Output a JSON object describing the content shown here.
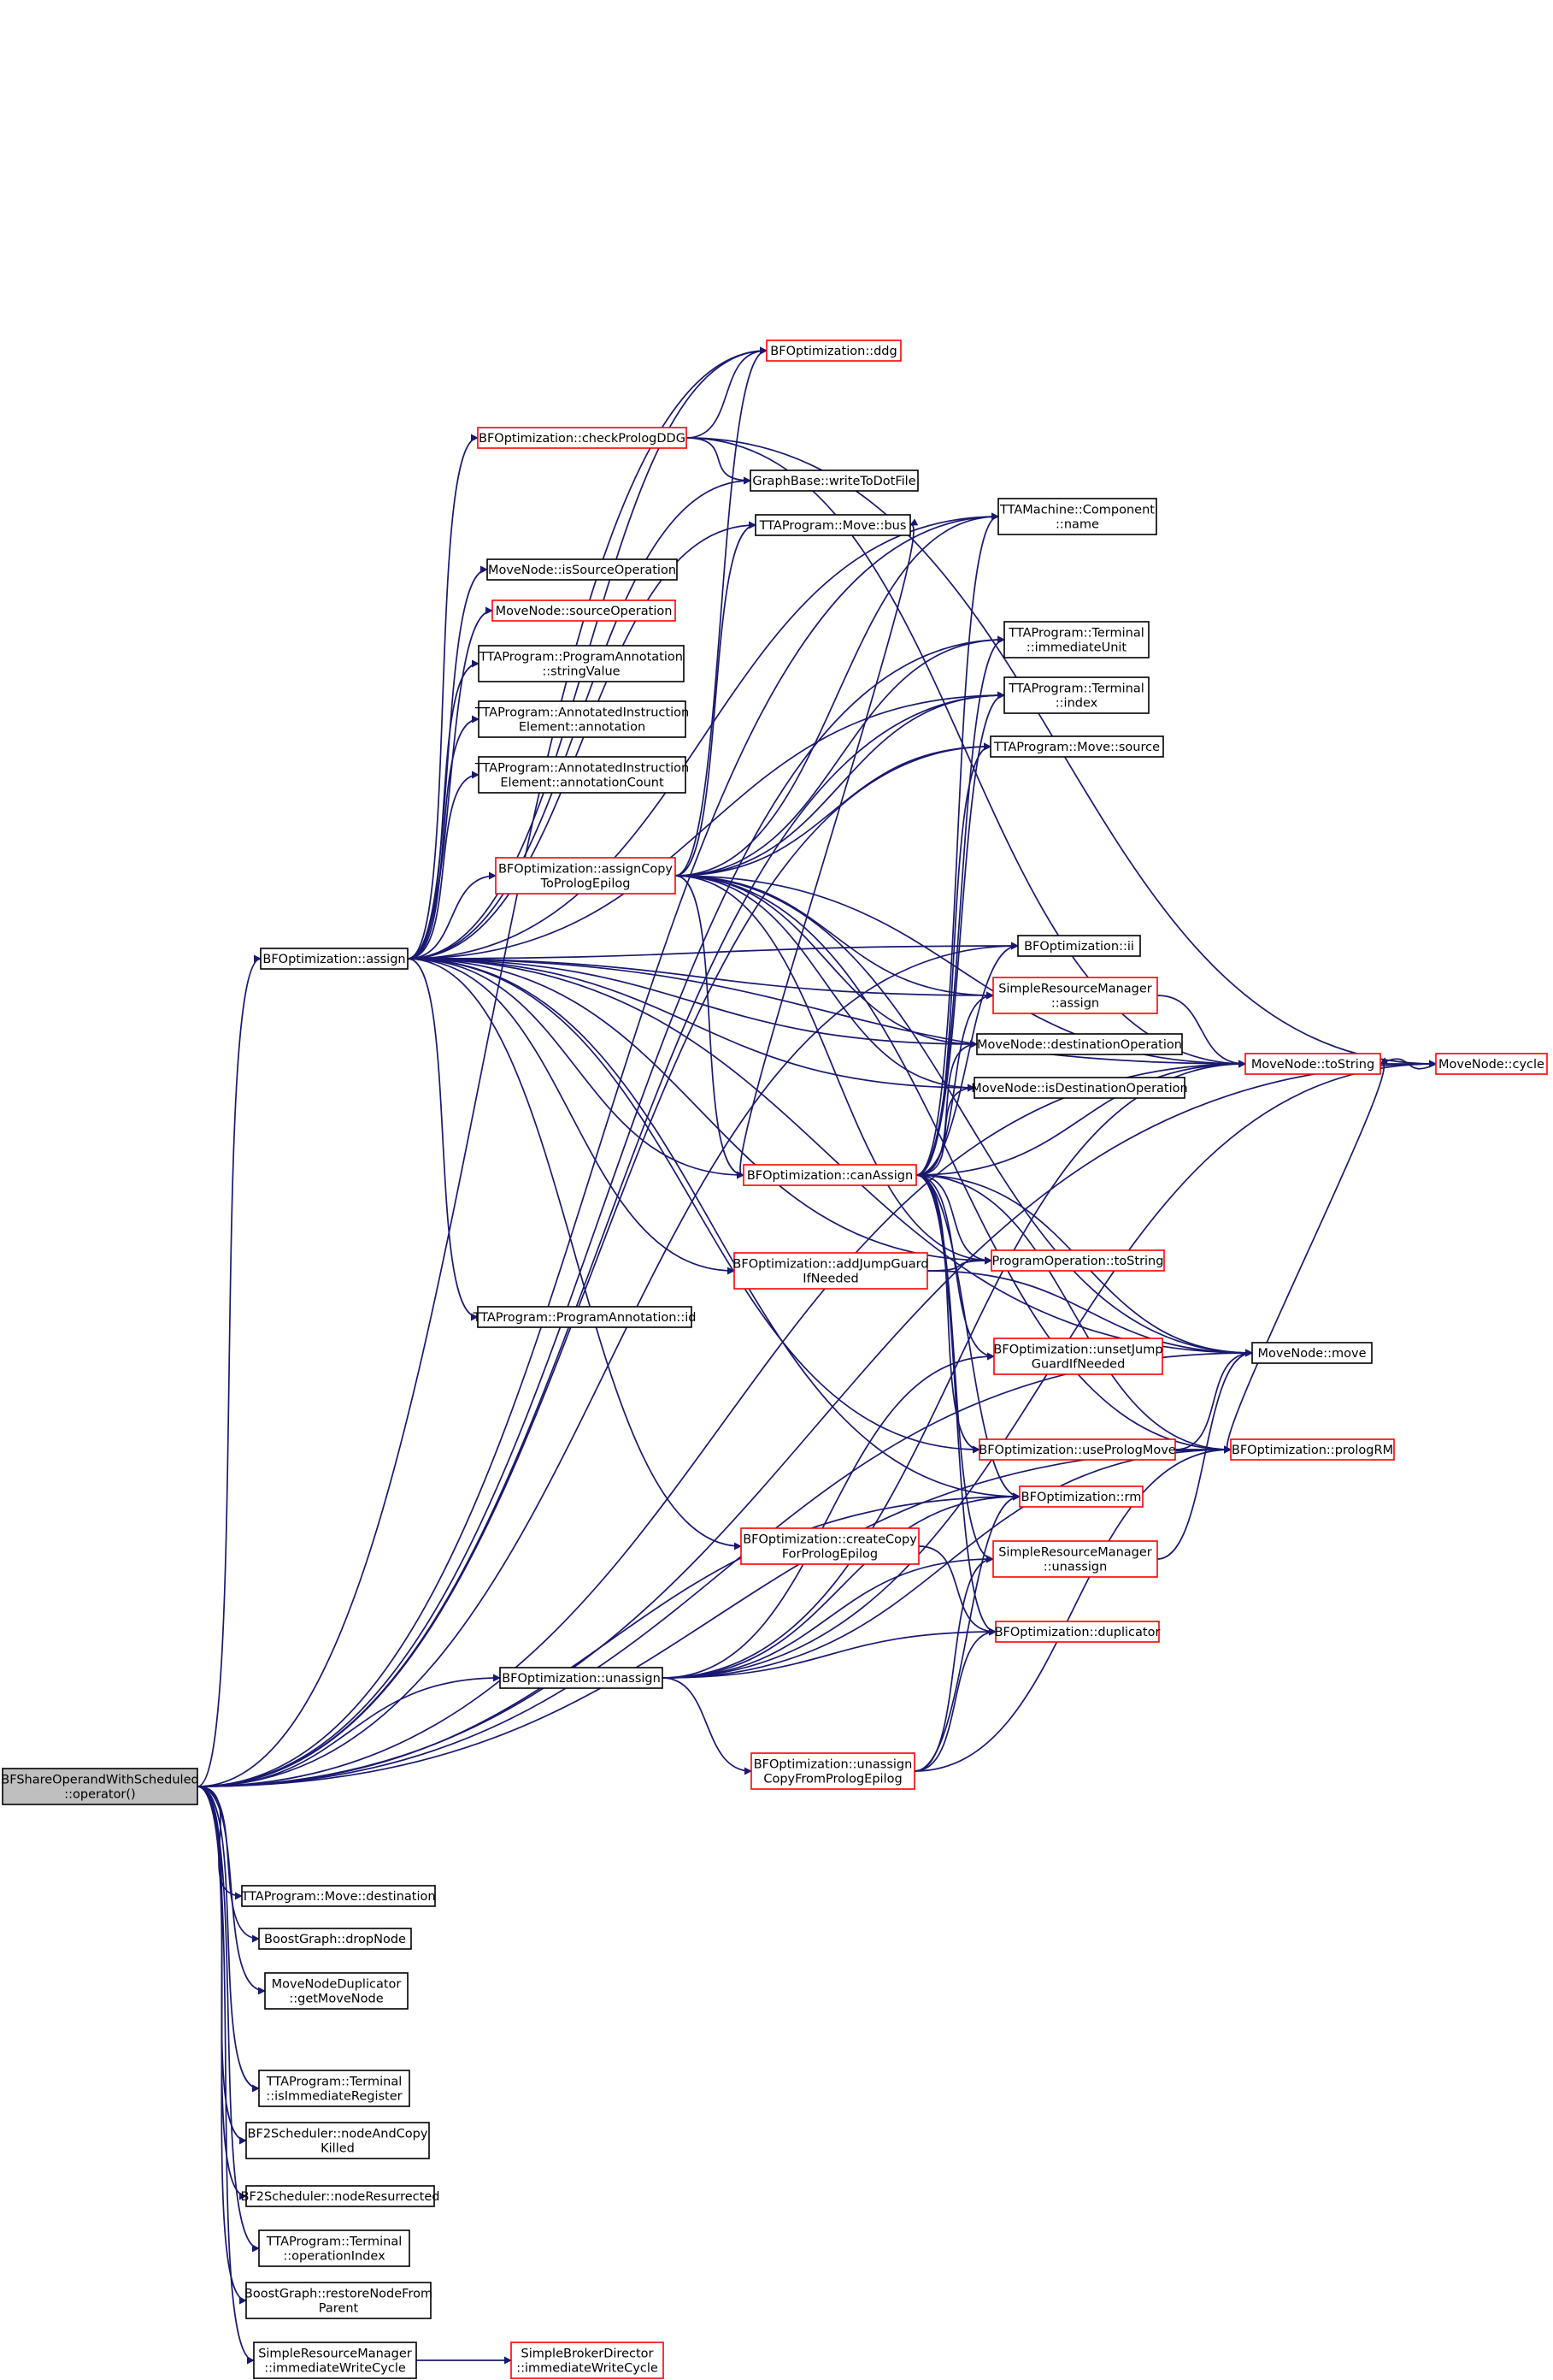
{
  "diagram": {
    "type": "call-graph",
    "edge_color": "#191970",
    "node_border_black": "#000000",
    "node_border_red": "#ff0000",
    "root_fill": "#bfbfbf",
    "nodes": {
      "root": {
        "lines": [
          "BFShareOperandWithScheduled",
          "::operator()"
        ],
        "style": "root"
      },
      "bfopt_assign": {
        "lines": [
          "BFOptimization::assign"
        ],
        "style": "black"
      },
      "bfopt_unassign": {
        "lines": [
          "BFOptimization::unassign"
        ],
        "style": "black"
      },
      "move_destination": {
        "lines": [
          "TTAProgram::Move::destination"
        ],
        "style": "black"
      },
      "boost_dropnode": {
        "lines": [
          "BoostGraph::dropNode"
        ],
        "style": "black"
      },
      "mnd_getmovenode": {
        "lines": [
          "MoveNodeDuplicator",
          "::getMoveNode"
        ],
        "style": "black"
      },
      "term_isimmreg": {
        "lines": [
          "TTAProgram::Terminal",
          "::isImmediateRegister"
        ],
        "style": "black"
      },
      "bf2_nodeandcopy": {
        "lines": [
          "BF2Scheduler::nodeAndCopy",
          "Killed"
        ],
        "style": "black"
      },
      "bf2_noderesurrected": {
        "lines": [
          "BF2Scheduler::nodeResurrected"
        ],
        "style": "black"
      },
      "term_opindex": {
        "lines": [
          "TTAProgram::Terminal",
          "::operationIndex"
        ],
        "style": "black"
      },
      "boost_restore": {
        "lines": [
          "BoostGraph::restoreNodeFrom",
          "Parent"
        ],
        "style": "black"
      },
      "srm_immwritecycle": {
        "lines": [
          "SimpleResourceManager",
          "::immediateWriteCycle"
        ],
        "style": "black"
      },
      "sbd_immwritecycle": {
        "lines": [
          "SimpleBrokerDirector",
          "::immediateWriteCycle"
        ],
        "style": "red"
      },
      "bfopt_ddg": {
        "lines": [
          "BFOptimization::ddg"
        ],
        "style": "red"
      },
      "bfopt_checkprolog": {
        "lines": [
          "BFOptimization::checkPrologDDG"
        ],
        "style": "red"
      },
      "graph_writedot": {
        "lines": [
          "GraphBase::writeToDotFile"
        ],
        "style": "black"
      },
      "move_bus": {
        "lines": [
          "TTAProgram::Move::bus"
        ],
        "style": "black"
      },
      "mn_issourceop": {
        "lines": [
          "MoveNode::isSourceOperation"
        ],
        "style": "black"
      },
      "mn_sourceop": {
        "lines": [
          "MoveNode::sourceOperation"
        ],
        "style": "red"
      },
      "pa_stringvalue": {
        "lines": [
          "TTAProgram::ProgramAnnotation",
          "::stringValue"
        ],
        "style": "black"
      },
      "aie_annotation": {
        "lines": [
          "TTAProgram::AnnotatedInstruction",
          "Element::annotation"
        ],
        "style": "black"
      },
      "aie_annotationcount": {
        "lines": [
          "TTAProgram::AnnotatedInstruction",
          "Element::annotationCount"
        ],
        "style": "black"
      },
      "bfopt_assigncopy": {
        "lines": [
          "BFOptimization::assignCopy",
          "ToPrologEpilog"
        ],
        "style": "red"
      },
      "pa_id": {
        "lines": [
          "TTAProgram::ProgramAnnotation::id"
        ],
        "style": "black"
      },
      "bfopt_addjump": {
        "lines": [
          "BFOptimization::addJumpGuard",
          "IfNeeded"
        ],
        "style": "red"
      },
      "bfopt_canassign": {
        "lines": [
          "BFOptimization::canAssign"
        ],
        "style": "red"
      },
      "bfopt_createcopy": {
        "lines": [
          "BFOptimization::createCopy",
          "ForPrologEpilog"
        ],
        "style": "red"
      },
      "bfopt_unassigncopy": {
        "lines": [
          "BFOptimization::unassign",
          "CopyFromPrologEpilog"
        ],
        "style": "red"
      },
      "comp_name": {
        "lines": [
          "TTAMachine::Component",
          "::name"
        ],
        "style": "black"
      },
      "term_immunit": {
        "lines": [
          "TTAProgram::Terminal",
          "::immediateUnit"
        ],
        "style": "black"
      },
      "term_index": {
        "lines": [
          "TTAProgram::Terminal",
          "::index"
        ],
        "style": "black"
      },
      "move_source": {
        "lines": [
          "TTAProgram::Move::source"
        ],
        "style": "black"
      },
      "bfopt_ii": {
        "lines": [
          "BFOptimization::ii"
        ],
        "style": "black"
      },
      "srm_assign": {
        "lines": [
          "SimpleResourceManager",
          "::assign"
        ],
        "style": "red"
      },
      "mn_destop": {
        "lines": [
          "MoveNode::destinationOperation"
        ],
        "style": "black"
      },
      "mn_isdestop": {
        "lines": [
          "MoveNode::isDestinationOperation"
        ],
        "style": "black"
      },
      "po_tostring": {
        "lines": [
          "ProgramOperation::toString"
        ],
        "style": "red"
      },
      "bfopt_unsetjump": {
        "lines": [
          "BFOptimization::unsetJump",
          "GuardIfNeeded"
        ],
        "style": "red"
      },
      "bfopt_useprolog": {
        "lines": [
          "BFOptimization::usePrologMove"
        ],
        "style": "red"
      },
      "bfopt_rm": {
        "lines": [
          "BFOptimization::rm"
        ],
        "style": "red"
      },
      "srm_unassign": {
        "lines": [
          "SimpleResourceManager",
          "::unassign"
        ],
        "style": "red"
      },
      "bfopt_duplicator": {
        "lines": [
          "BFOptimization::duplicator"
        ],
        "style": "red"
      },
      "mn_tostring": {
        "lines": [
          "MoveNode::toString"
        ],
        "style": "red"
      },
      "mn_cycle": {
        "lines": [
          "MoveNode::cycle"
        ],
        "style": "red"
      },
      "mn_move": {
        "lines": [
          "MoveNode::move"
        ],
        "style": "black"
      },
      "bfopt_prologrm": {
        "lines": [
          "BFOptimization::prologRM"
        ],
        "style": "red"
      }
    }
  }
}
